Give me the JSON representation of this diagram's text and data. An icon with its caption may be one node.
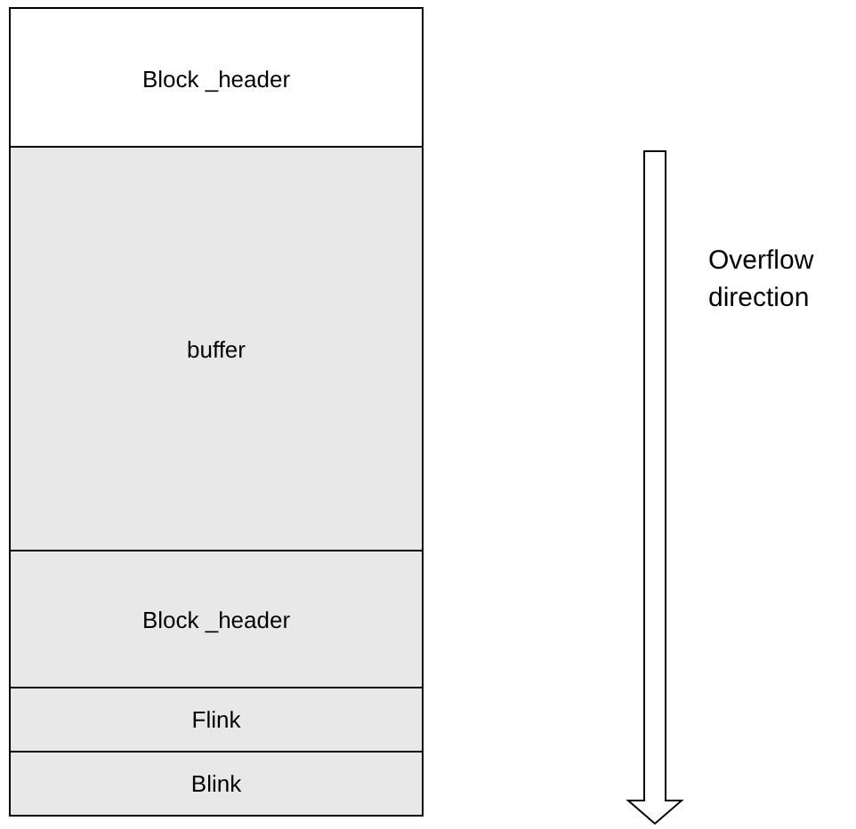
{
  "diagram": {
    "nodes": [
      {
        "text": [
          "Block _header"
        ]
      },
      {
        "text": [
          "buffer"
        ]
      },
      {
        "text": [
          "Block _header"
        ]
      },
      {
        "text": [
          "Flink"
        ]
      },
      {
        "text": [
          "Blink"
        ]
      }
    ],
    "labels": [
      "Overflow direction"
    ]
  }
}
